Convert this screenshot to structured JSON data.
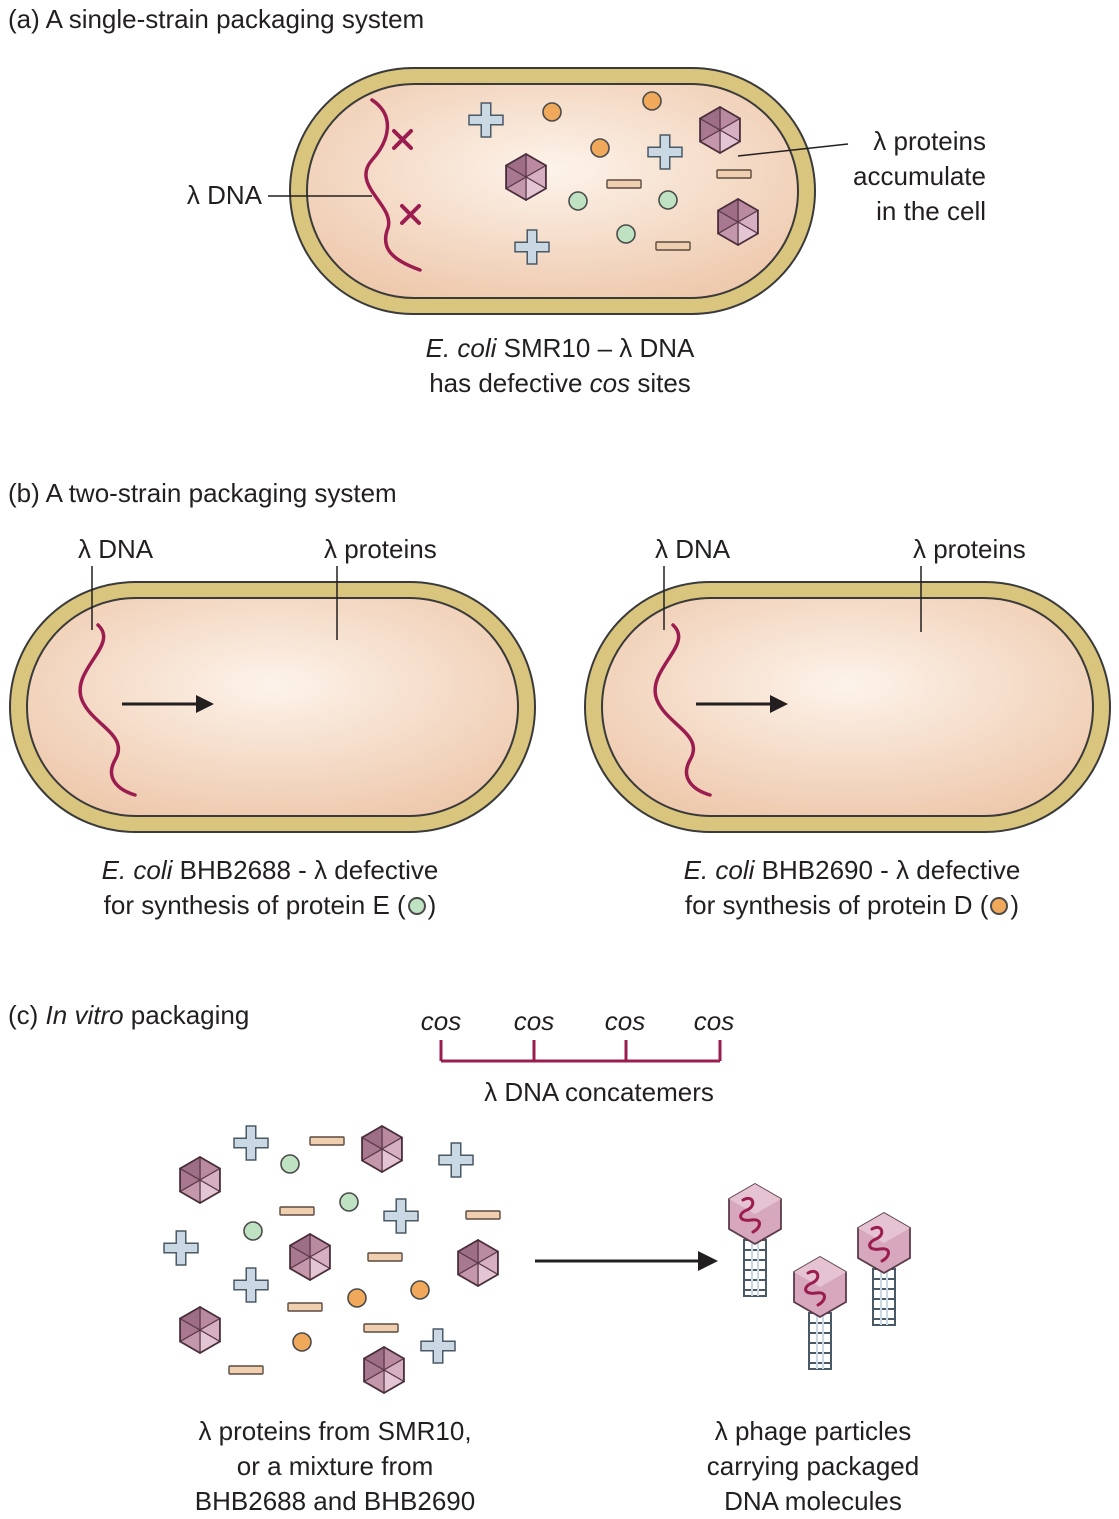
{
  "lambda": "λ",
  "colors": {
    "cell_wall": "#d9c57e",
    "cell_wall_stroke": "#3a3a3a",
    "cytoplasm": "#f6dcc7",
    "dna": "#9b1c4f",
    "capsid": "#c79aae",
    "protein_D": "#f0a85a",
    "protein_E": "#bfe3c2",
    "cross": "#c9d8e3",
    "bar": "#f0cfb0"
  },
  "icons": [
    "capsid-hexagon-icon",
    "cross-protein-icon",
    "circle-protein-icon",
    "bar-protein-icon",
    "mutation-x-icon",
    "phage-particle-icon"
  ],
  "panel_a": {
    "title": "(a) A single-strain packaging system",
    "dna_label": "λ DNA",
    "proteins_label": [
      "λ proteins",
      "accumulate",
      "in the cell"
    ],
    "caption_line1_italic": "E. coli",
    "caption_line1_rest": " SMR10 – λ DNA",
    "caption_line2_pre": "has defective ",
    "caption_line2_italic": "cos",
    "caption_line2_post": " sites"
  },
  "panel_b": {
    "title": "(b) A two-strain packaging system",
    "left": {
      "dna_label": "λ DNA",
      "proteins_label": "λ proteins",
      "caption_line1_italic": "E. coli",
      "caption_line1_rest": " BHB2688 - λ defective",
      "caption_line2_pre": "for synthesis of protein E (",
      "caption_line2_post": ")"
    },
    "right": {
      "dna_label": "λ DNA",
      "proteins_label": "λ proteins",
      "caption_line1_italic": "E. coli",
      "caption_line1_rest": " BHB2690 - λ defective",
      "caption_line2_pre": "for synthesis of protein D (",
      "caption_line2_post": ")"
    }
  },
  "panel_c": {
    "title_pre": "(c) ",
    "title_italic": "In vitro",
    "title_post": " packaging",
    "cos_labels": [
      "cos",
      "cos",
      "cos",
      "cos"
    ],
    "concatemer_label": "λ DNA concatemers",
    "mix_caption": [
      "λ proteins from SMR10,",
      "or a mixture from",
      "BHB2688 and BHB2690"
    ],
    "phage_caption": [
      "λ phage particles",
      "carrying packaged",
      "DNA molecules"
    ]
  }
}
